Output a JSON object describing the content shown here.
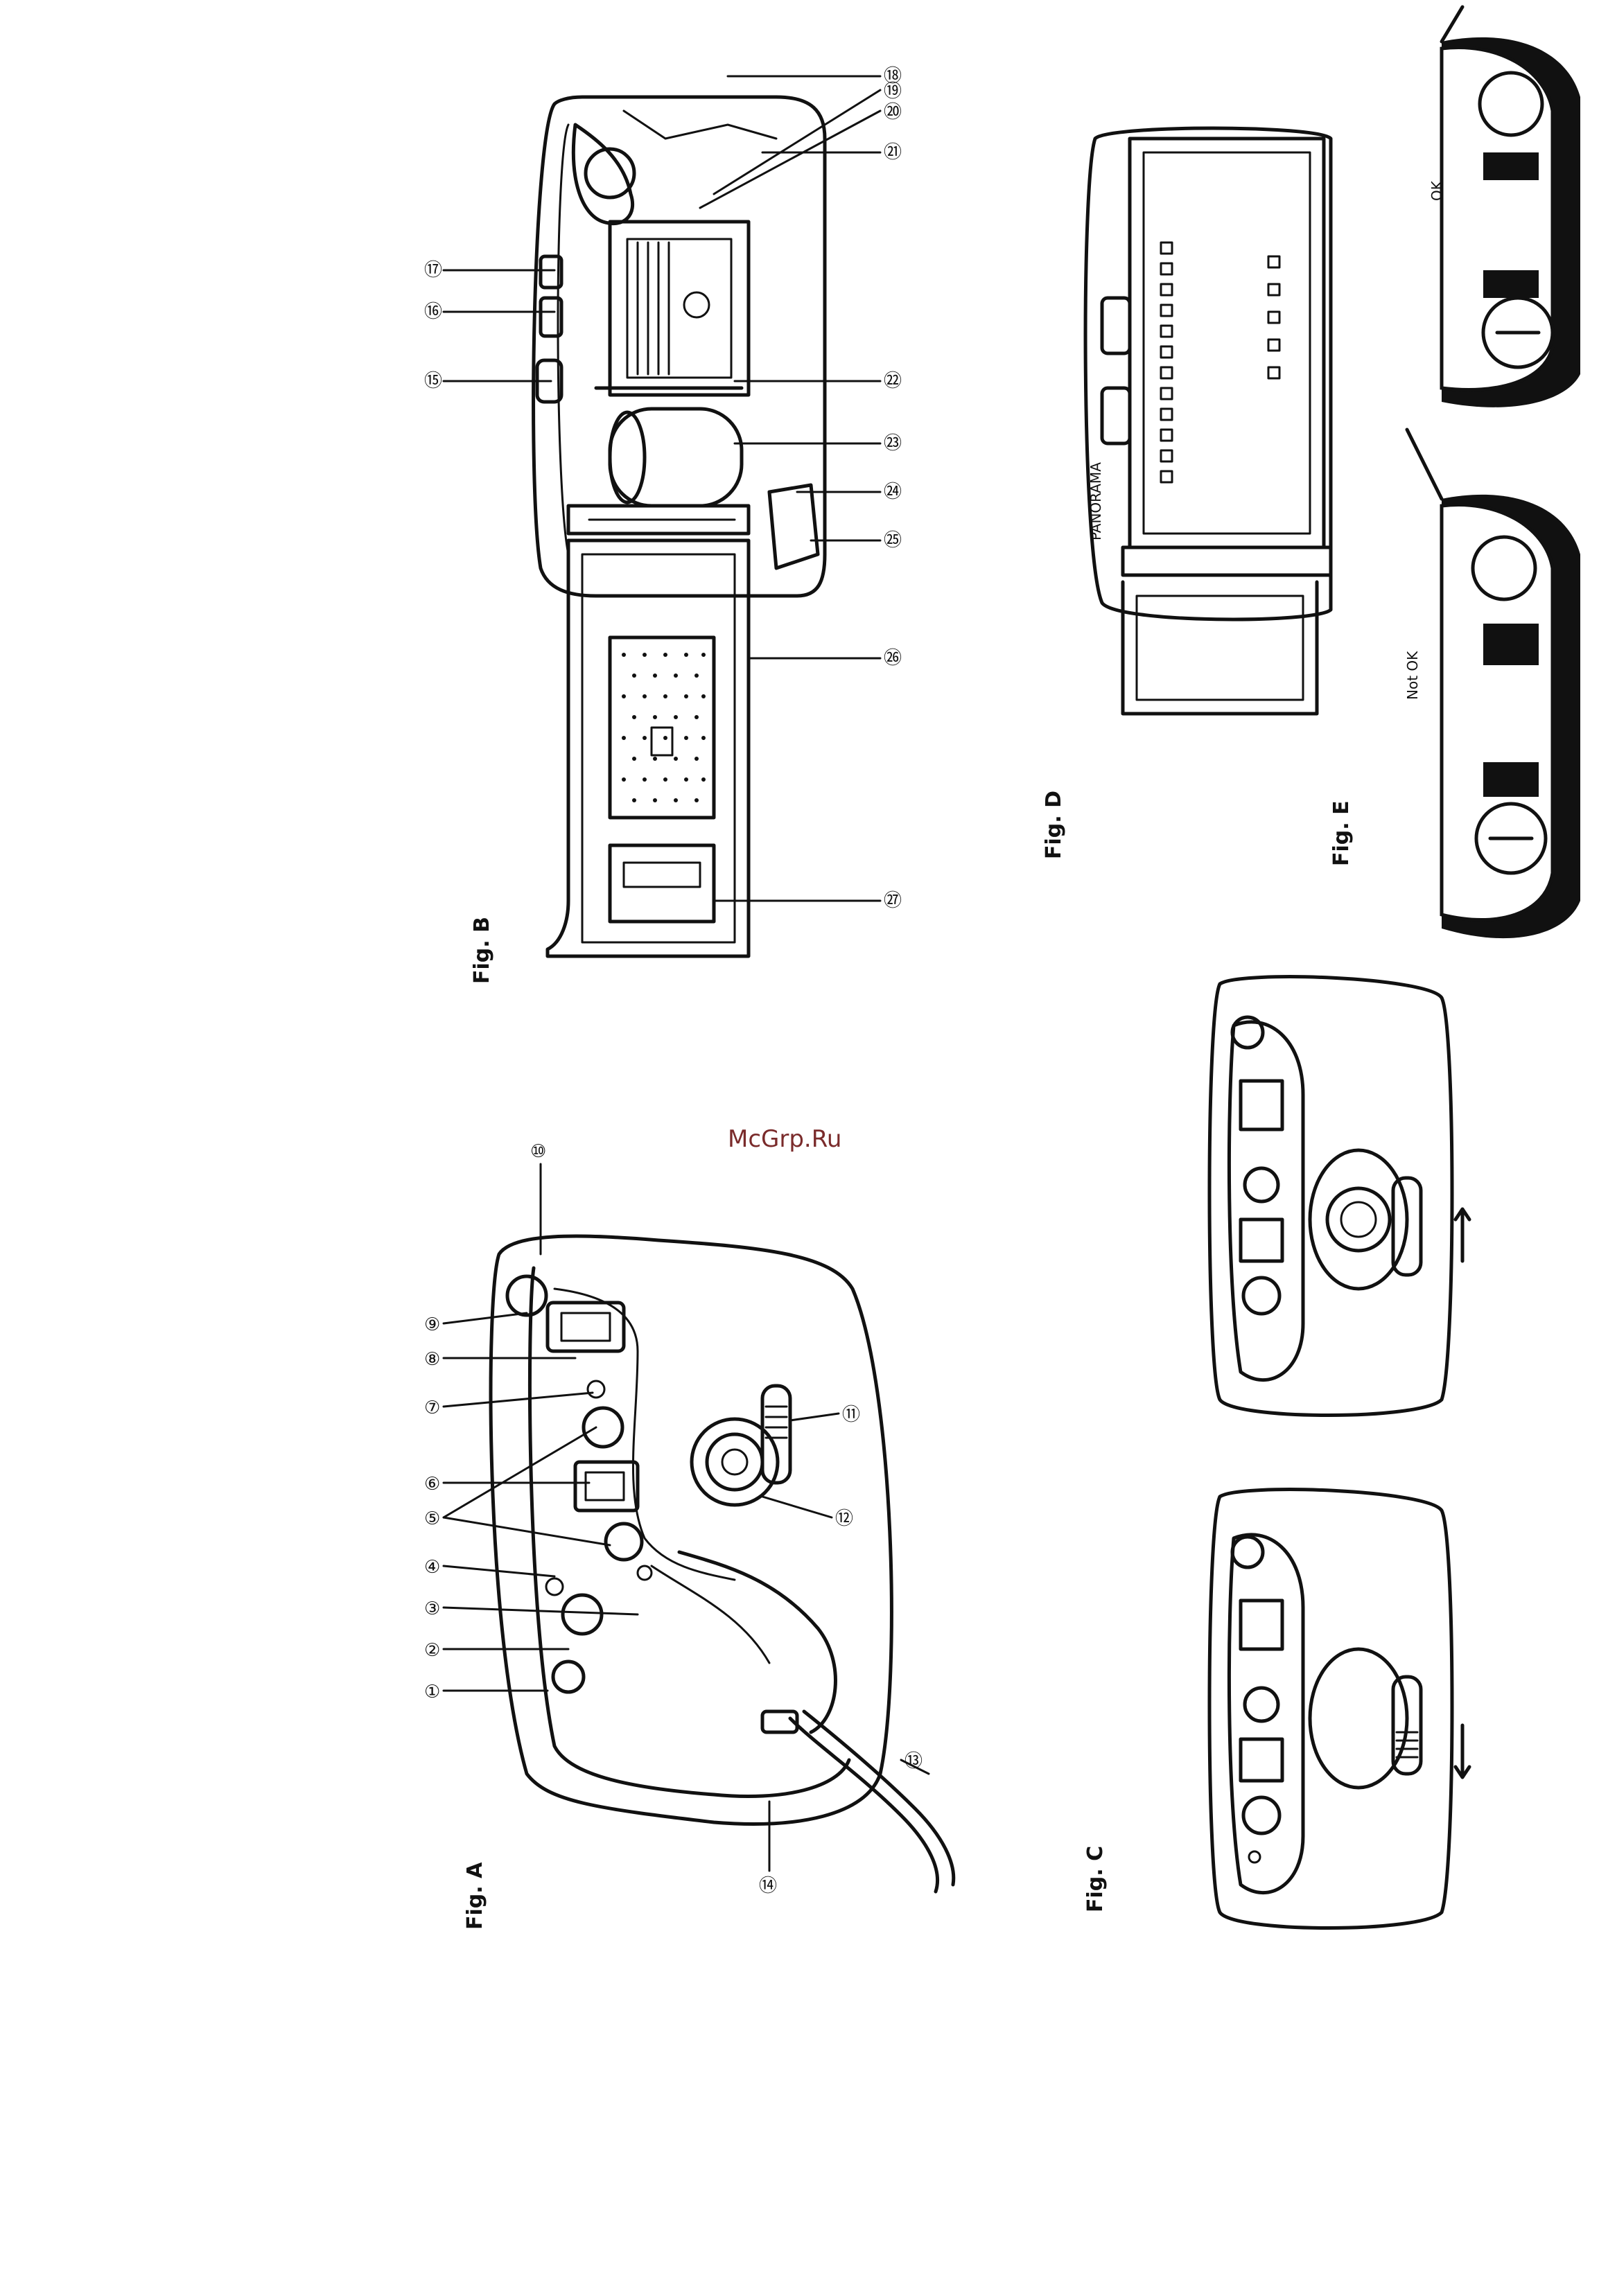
{
  "watermark": "McGrp.Ru",
  "figures": {
    "fig_a": {
      "caption": "Fig. A",
      "callouts": [
        "①",
        "②",
        "③",
        "④",
        "⑤",
        "⑥",
        "⑦",
        "⑧",
        "⑨",
        "⑩",
        "⑪",
        "⑫",
        "⑬",
        "⑭"
      ]
    },
    "fig_b": {
      "caption": "Fig. B",
      "callouts": [
        "⑮",
        "⑯",
        "⑰",
        "⑱",
        "⑲",
        "⑳",
        "㉑",
        "㉒",
        "㉓",
        "㉔",
        "㉕",
        "㉖",
        "㉗"
      ]
    },
    "fig_c": {
      "caption": "Fig. C"
    },
    "fig_d": {
      "caption": "Fig. D",
      "brand": "PANORAMA"
    },
    "fig_e": {
      "caption": "Fig. E",
      "label_bad": "Not OK",
      "label_good": "OK"
    }
  }
}
